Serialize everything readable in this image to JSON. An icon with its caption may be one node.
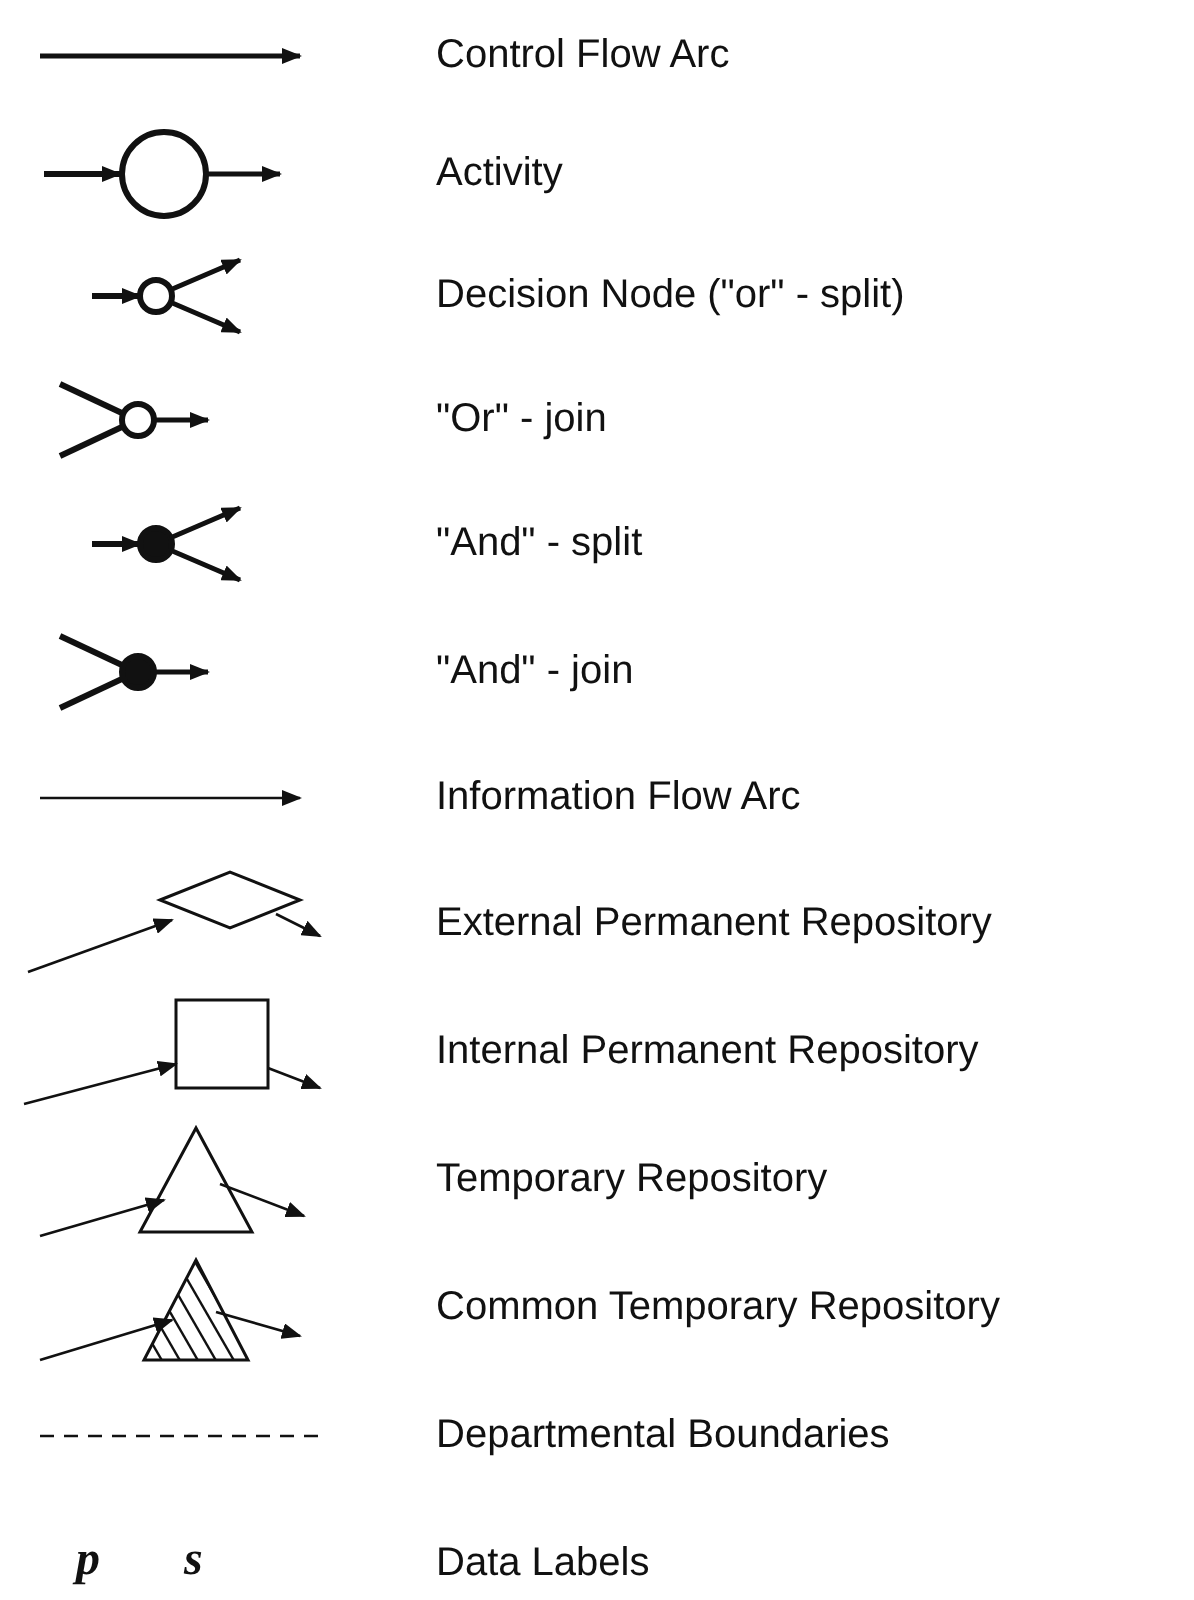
{
  "diagram": {
    "legend": [
      {
        "text": "Control Flow Arc"
      },
      {
        "text": "Activity"
      },
      {
        "text": "Decision Node (\"or\" - split)"
      },
      {
        "text": "\"Or\" - join"
      },
      {
        "text": "\"And\" - split"
      },
      {
        "text": "\"And\" - join"
      },
      {
        "text": "Information Flow Arc"
      },
      {
        "text": "External Permanent Repository"
      },
      {
        "text": "Internal Permanent Repository"
      },
      {
        "text": "Temporary Repository"
      },
      {
        "text": "Common Temporary Repository"
      },
      {
        "text": "Departmental Boundaries"
      },
      {
        "text": "Data Labels"
      }
    ],
    "labels": [
      "p",
      "s"
    ]
  }
}
